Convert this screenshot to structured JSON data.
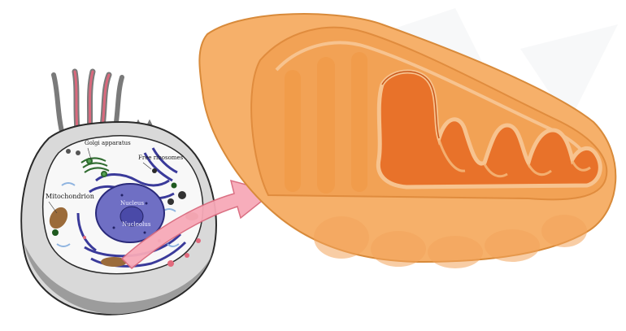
{
  "diagram": {
    "cell_labels": {
      "golgi": "Golgi apparatus",
      "free_ribosomes": "Free ribosomes",
      "mitochondrion": "Mitochondrion",
      "nucleus": "Nucleus",
      "nucleolus": "Nucleolus"
    },
    "colors": {
      "cell_body": "#dcdcdc",
      "cytoplasm": "#f7f7f7",
      "nucleus": "#6f6fc4",
      "er": "#3a3a9a",
      "cilia_pink": "#d9697d",
      "arrow_pink": "#f7a9b8",
      "mito_outer": "#f6b06a",
      "mito_inner": "#ee8a3c",
      "mito_matrix": "#e8722a"
    }
  }
}
